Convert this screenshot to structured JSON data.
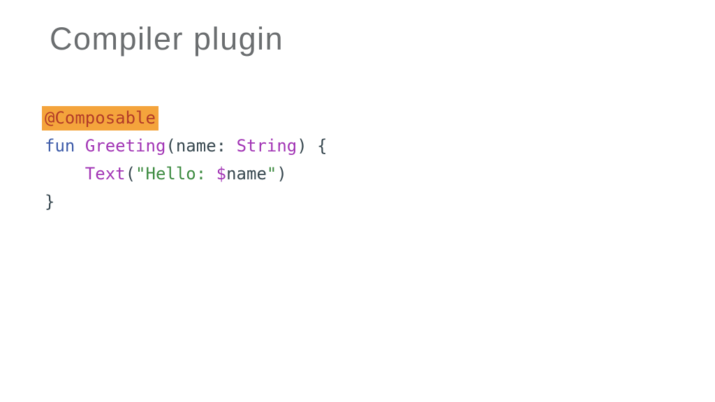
{
  "slide": {
    "title": "Compiler plugin",
    "background_color": "#ffffff"
  },
  "colors": {
    "title_gray": "#6b6e70",
    "code_plain": "#37474f",
    "keyword_blue": "#3d5ba9",
    "function_purple": "#a235b5",
    "string_green": "#3d8b40",
    "annotation_text_red": "#b23b28",
    "annotation_highlight_orange": "#f4a43c"
  },
  "code": {
    "language": "kotlin",
    "lines": [
      {
        "tokens": [
          {
            "text": "@Composable",
            "type": "annotation"
          }
        ]
      },
      {
        "tokens": [
          {
            "text": "fun",
            "type": "keyword"
          },
          {
            "text": " ",
            "type": "plain"
          },
          {
            "text": "Greeting",
            "type": "function"
          },
          {
            "text": "(name: ",
            "type": "plain"
          },
          {
            "text": "String",
            "type": "type"
          },
          {
            "text": ") {",
            "type": "plain"
          }
        ]
      },
      {
        "tokens": [
          {
            "text": "    ",
            "type": "plain"
          },
          {
            "text": "Text",
            "type": "function"
          },
          {
            "text": "(",
            "type": "plain"
          },
          {
            "text": "\"Hello: ",
            "type": "string"
          },
          {
            "text": "$",
            "type": "interpolation"
          },
          {
            "text": "name",
            "type": "plain"
          },
          {
            "text": "\"",
            "type": "string"
          },
          {
            "text": ")",
            "type": "plain"
          }
        ]
      },
      {
        "tokens": [
          {
            "text": "}",
            "type": "plain"
          }
        ]
      }
    ]
  }
}
